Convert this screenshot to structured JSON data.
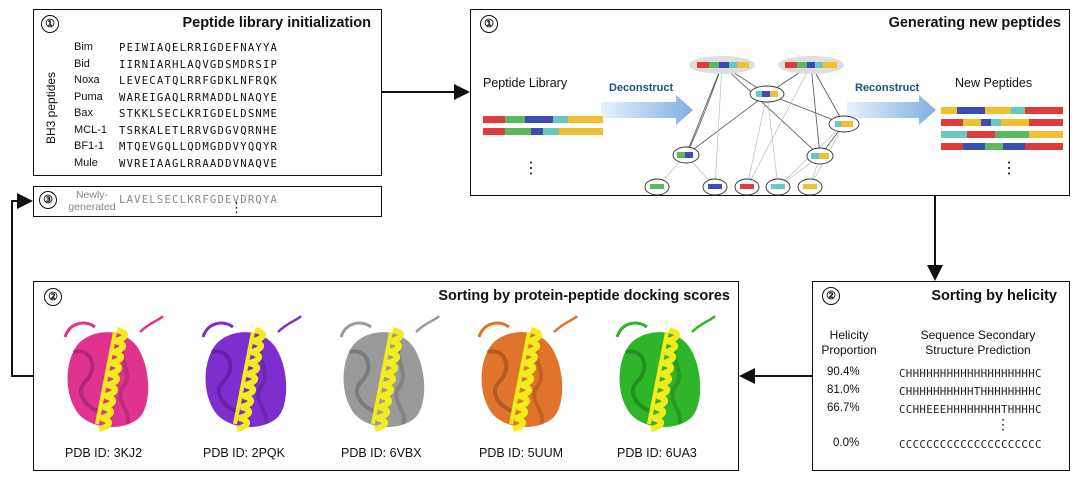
{
  "init_panel": {
    "step": "①",
    "title": "Peptide library initialization",
    "side_label": "BH3 peptides",
    "peptides": [
      {
        "name": "Bim",
        "seq": "PEIWIAQELRRIGDEFNAYYA"
      },
      {
        "name": "Bid",
        "seq": "IIRNIARHLAQVGDSMDRSIP"
      },
      {
        "name": "Noxa",
        "seq": "LEVECATQLRRFGDKLNFRQK"
      },
      {
        "name": "Puma",
        "seq": "WAREIGAQLRRMADDLNAQYE"
      },
      {
        "name": "Bax",
        "seq": "STKKLSECLKRIGDELDSNME"
      },
      {
        "name": "MCL-1",
        "seq": "TSRKALETLRRVGDGVQRNHE"
      },
      {
        "name": "BF1-1",
        "seq": "MTQEVGQLLQDMGDDVYQQYR"
      },
      {
        "name": "Mule",
        "seq": "WVREIAAGLRRAADDVNAQVE"
      }
    ]
  },
  "new_panel": {
    "step": "③",
    "label": "Newly-generated",
    "seq": "LAVELSECLKRFGDEVDRQYA",
    "dots": "⋮"
  },
  "gen_panel": {
    "step": "①",
    "title": "Generating new peptides",
    "library_label": "Peptide Library",
    "deconstruct_label": "Deconstruct",
    "reconstruct_label": "Reconstruct",
    "new_label": "New Peptides",
    "dots": "⋮"
  },
  "helicity_panel": {
    "step": "②",
    "title": "Sorting by helicity",
    "col1": [
      "Helicity",
      "Proportion"
    ],
    "col2": [
      "Sequence Secondary",
      "Structure Prediction"
    ],
    "rows": [
      {
        "pct": "90.4%",
        "ss": "CHHHHHHHHHHHHHHHHHHHC"
      },
      {
        "pct": "81.0%",
        "ss": "CHHHHHHHHHHTHHHHHHHHC"
      },
      {
        "pct": "66.7%",
        "ss": "CCHHEEEHHHHHHHHTHHHHC"
      },
      {
        "pct": "0.0%",
        "ss": "CCCCCCCCCCCCCCCCCCCCC"
      }
    ],
    "dots": "⋮"
  },
  "docking_panel": {
    "step": "②",
    "title": "Sorting by protein-peptide docking scores",
    "structures": [
      {
        "label": "PDB ID: 3KJ2",
        "color": "#e0338f"
      },
      {
        "label": "PDB ID: 2PQK",
        "color": "#7e2ecf"
      },
      {
        "label": "PDB ID: 6VBX",
        "color": "#9a9a9a"
      },
      {
        "label": "PDB ID: 5UUM",
        "color": "#e0742a"
      },
      {
        "label": "PDB ID: 6UA3",
        "color": "#2fb52a"
      }
    ],
    "helix_color": "#f2ec1c"
  },
  "palette": {
    "red": "#e03a3a",
    "blue": "#3a4db0",
    "green": "#5cb85c",
    "teal": "#66c8c0",
    "yellow": "#f0c030",
    "arrow_fill": "#9ec3ea"
  }
}
